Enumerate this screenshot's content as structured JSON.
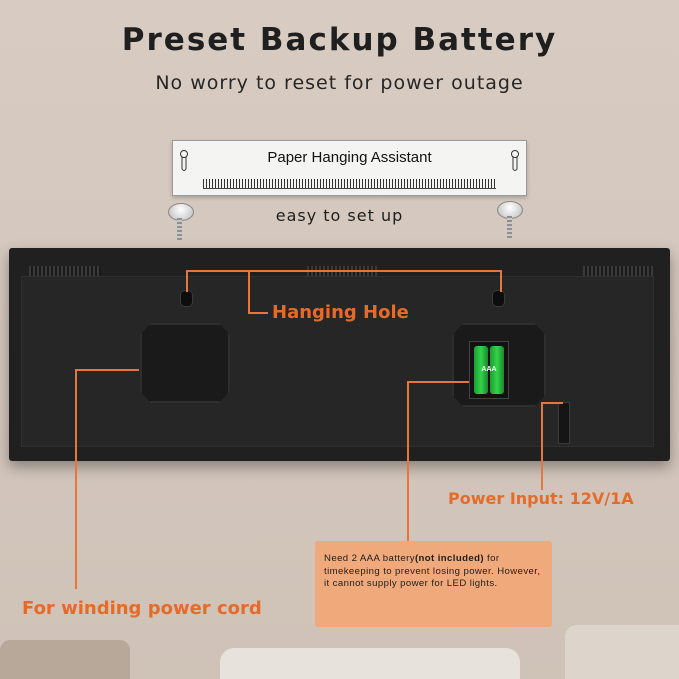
{
  "header": {
    "title": "Preset Backup Battery",
    "subtitle": "No worry to reset for power outage"
  },
  "paper": {
    "label": "Paper Hanging Assistant",
    "caption": "easy to set up"
  },
  "callouts": {
    "hanging_hole": "Hanging Hole",
    "power_input": "Power Input: 12V/1A",
    "winding": "For winding power cord",
    "battery_label": "AAA"
  },
  "note": {
    "part1": "Need 2 AAA battery",
    "part2": "(not included)",
    "part3": " for timekeeping to prevent losing power. However, it cannot supply power for LED lights."
  },
  "colors": {
    "accent": "#e56b2b",
    "panel": "#202020",
    "battery": "#33d24b",
    "note_bg": "#f0a97a"
  }
}
